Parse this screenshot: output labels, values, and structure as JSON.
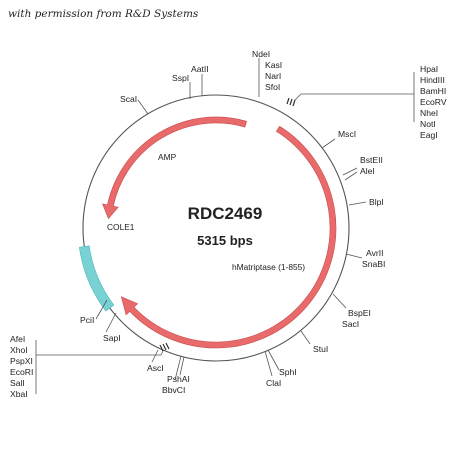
{
  "credit": "with permission from R&D Systems",
  "plasmid": {
    "name": "RDC2469",
    "size": "5315 bps"
  },
  "features": [
    {
      "label": "AMP",
      "color": "#e86a6a",
      "kind": "arrow"
    },
    {
      "label": "hMatriptase (1-855)",
      "color": "#e86a6a",
      "kind": "arrow"
    },
    {
      "label": "COLE1",
      "color": "#78d2d4",
      "kind": "block"
    }
  ],
  "sites": {
    "top": [
      "NdeI",
      "KasI",
      "NarI",
      "SfoI"
    ],
    "aatii": "AatII",
    "sspi": "SspI",
    "scai": "ScaI",
    "msci": "MscI",
    "bsteii": "BstEII",
    "alei": "AleI",
    "blpi": "BlpI",
    "avrii": "AvrII",
    "snabi": "SnaBI",
    "bspei": "BspEI",
    "saci": "SacI",
    "stui": "StuI",
    "sphi": "SphI",
    "clai": "ClaI",
    "pshai": "PshAI",
    "bbvci": "BbvCI",
    "asci": "AscI",
    "sapi": "SapI",
    "pcii": "PciI",
    "mcs_right": [
      "HpaI",
      "HindIII",
      "BamHI",
      "EcoRV",
      "NheI",
      "NotI",
      "EagI"
    ],
    "mcs_left": [
      "AfeI",
      "XhoI",
      "PspXI",
      "EcoRI",
      "SalI",
      "XbaI"
    ]
  }
}
